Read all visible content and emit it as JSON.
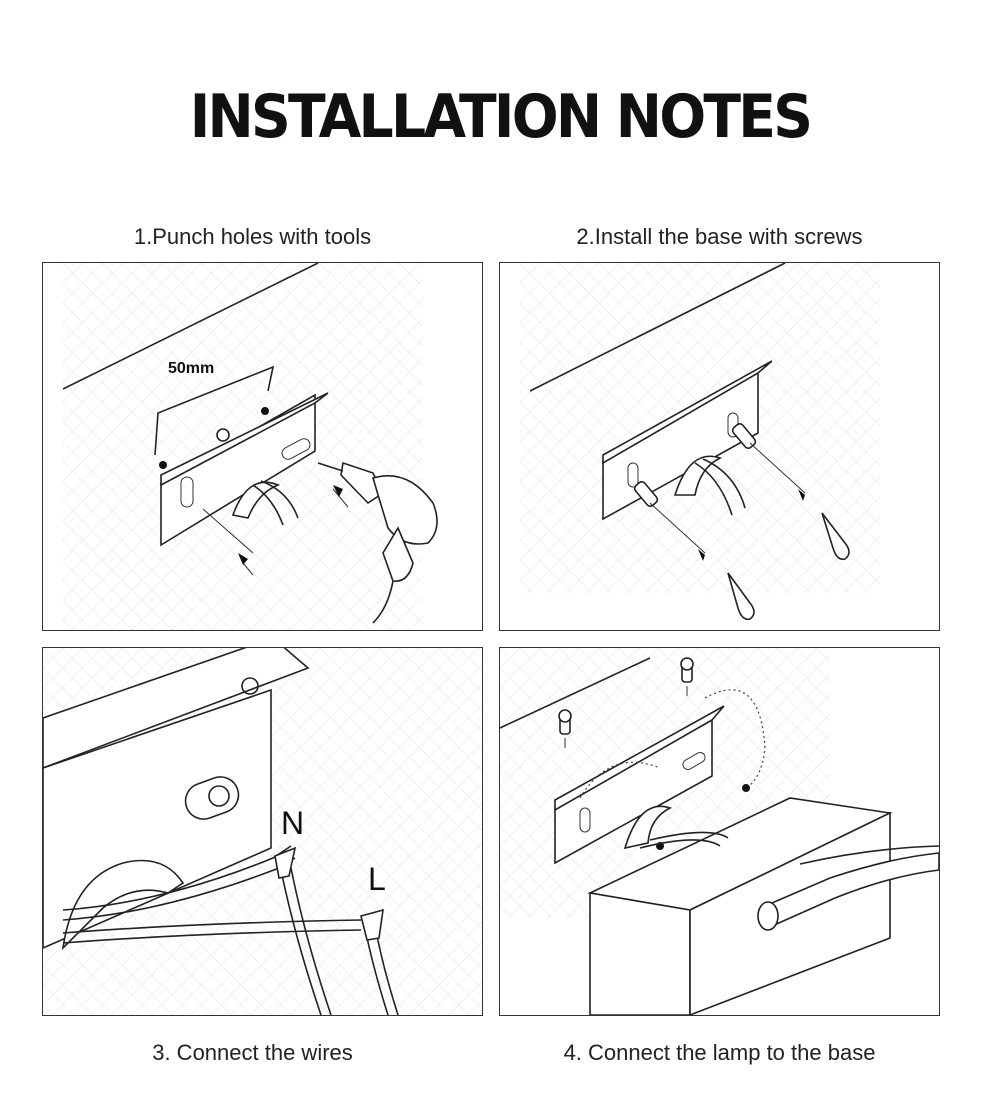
{
  "title": "INSTALLATION NOTES",
  "steps": [
    {
      "caption": "1.Punch holes with tools"
    },
    {
      "caption": "2.Install the base with screws"
    },
    {
      "caption": "3. Connect the wires"
    },
    {
      "caption": "4. Connect the lamp to the base"
    }
  ],
  "labels": {
    "measurement": "50mm",
    "neutral": "N",
    "live": "L"
  },
  "colors": {
    "line": "#222222",
    "background": "#ffffff"
  }
}
